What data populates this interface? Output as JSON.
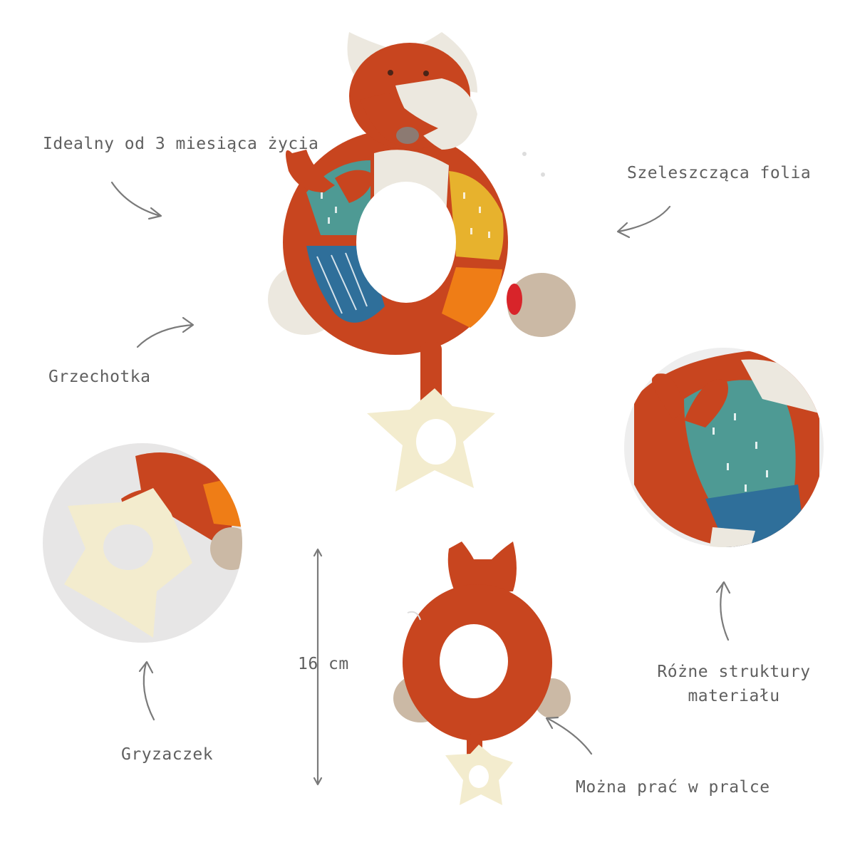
{
  "labels": {
    "age": "Idealny od 3 miesiąca życia",
    "rustling_foil": "Szeleszcząca folia",
    "rattle": "Grzechotka",
    "teether": "Gryzaczek",
    "size": "16 cm",
    "textures_line1": "Różne struktury",
    "textures_line2": "materiału",
    "washable": "Można prać w pralce"
  },
  "colors": {
    "fox_orange": "#c8451f",
    "teal": "#4e9a94",
    "blue": "#2f6f9a",
    "yellow": "#e7b22d",
    "orange": "#ef7d16",
    "cream": "#ece8df",
    "teether": "#f3ecce",
    "beige": "#cbb9a5",
    "text": "#5f5f5f"
  },
  "icons": [
    "arrow-icon",
    "dimension-line-icon"
  ]
}
